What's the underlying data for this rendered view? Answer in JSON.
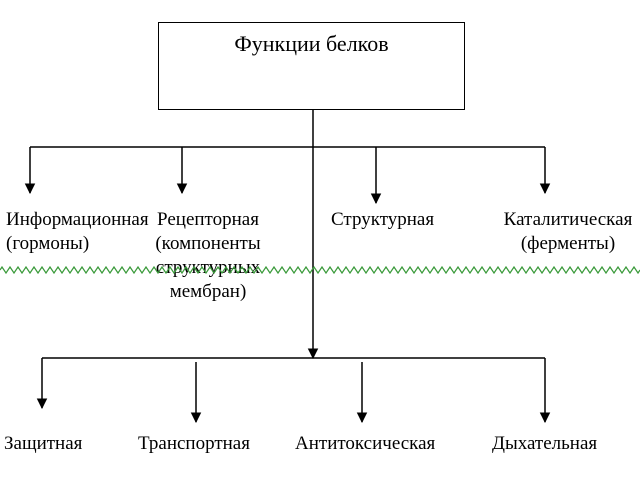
{
  "root": {
    "title": "Функции белков"
  },
  "upper_functions": [
    {
      "lines": [
        "Информационная",
        "(гормоны)"
      ]
    },
    {
      "lines": [
        "Рецепторная",
        "(компоненты",
        "структурных",
        "мембран)"
      ]
    },
    {
      "lines": [
        "Структурная"
      ]
    },
    {
      "lines": [
        "Каталитическая",
        "(ферменты)"
      ]
    }
  ],
  "lower_functions": [
    {
      "label": "Защитная"
    },
    {
      "label": "Транспортная"
    },
    {
      "label": "Антитоксическая"
    },
    {
      "label": "Дыхательная"
    }
  ],
  "colors": {
    "line": "#000000",
    "spellcheck_underline": "#3a9a3a"
  }
}
